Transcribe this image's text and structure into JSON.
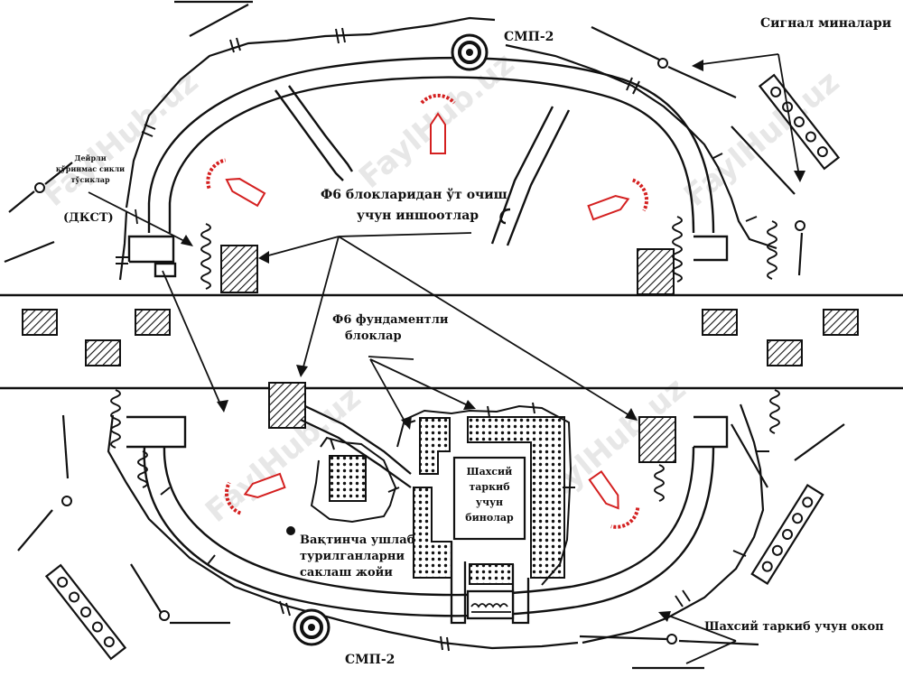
{
  "labels": {
    "smp_top": "СМП-2",
    "smp_bottom": "СМП-2",
    "signal_mines": "Сигнал миналари",
    "dkst_line1": "Дейрли",
    "dkst_line2": "кўринмас сикли",
    "dkst_line3": "тўсиклар",
    "dkst_abbr": "(ДКСТ)",
    "f6_fire_line1": "Ф6 блокларидан ўт очиш",
    "f6_fire_line2": "учун иншоотлар",
    "f6_found_line1": "Ф6 фундаментли",
    "f6_found_line2": "блоклар",
    "personnel_line1": "Шахсий",
    "personnel_line2": "таркиб",
    "personnel_line3": "учун",
    "personnel_line4": "бинолар",
    "detainee_line1": "Вақтинча ушлаб",
    "detainee_line2": "турилганларни",
    "detainee_line3": "саклаш жойи",
    "trench": "Шахсий таркиб учун окоп"
  },
  "watermark": "FaylHub.uz",
  "colors": {
    "ink": "#111111",
    "red": "#d42020",
    "background": "#ffffff"
  }
}
